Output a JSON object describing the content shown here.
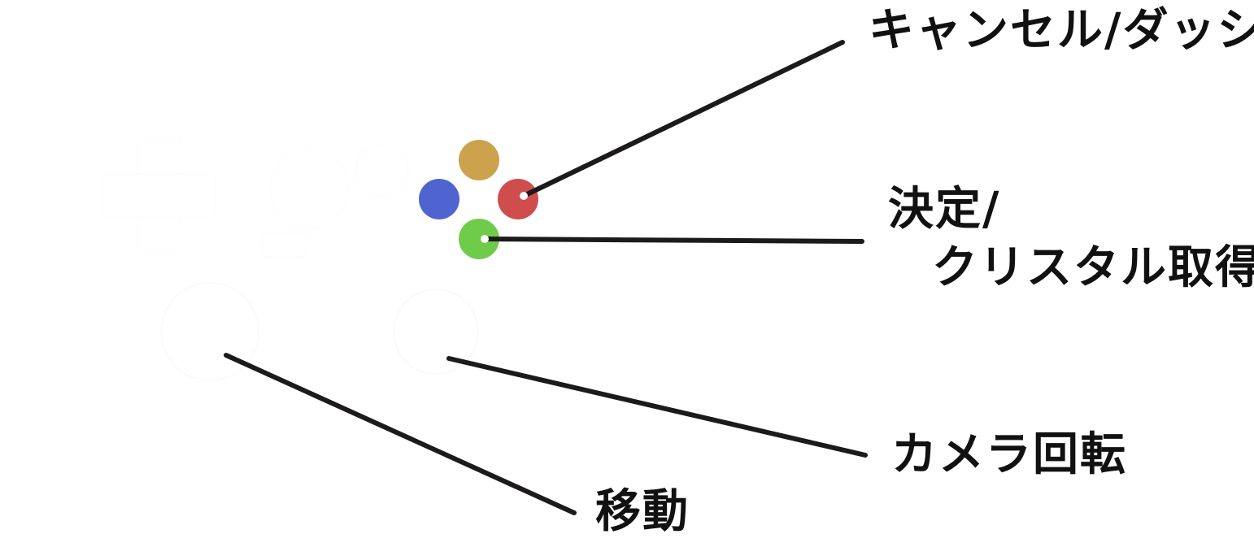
{
  "colors": {
    "button_top": "#cca24c",
    "button_left": "#5064cf",
    "button_right": "#cf4d4d",
    "button_bottom": "#6fcb4a",
    "controller_body": "#ffffff",
    "leader_line": "#1d1a1a",
    "text": "#111111"
  },
  "buttons": [
    {
      "id": "top",
      "icon": "gold-face-button"
    },
    {
      "id": "left",
      "icon": "blue-face-button"
    },
    {
      "id": "right",
      "icon": "red-face-button"
    },
    {
      "id": "bottom",
      "icon": "green-face-button"
    }
  ],
  "labels": {
    "cancel_dash": "キャンセル/ダッシュ",
    "confirm_line1": "決定/",
    "confirm_line2": "クリスタル取得",
    "camera_rotate": "カメラ回転",
    "move": "移動"
  }
}
